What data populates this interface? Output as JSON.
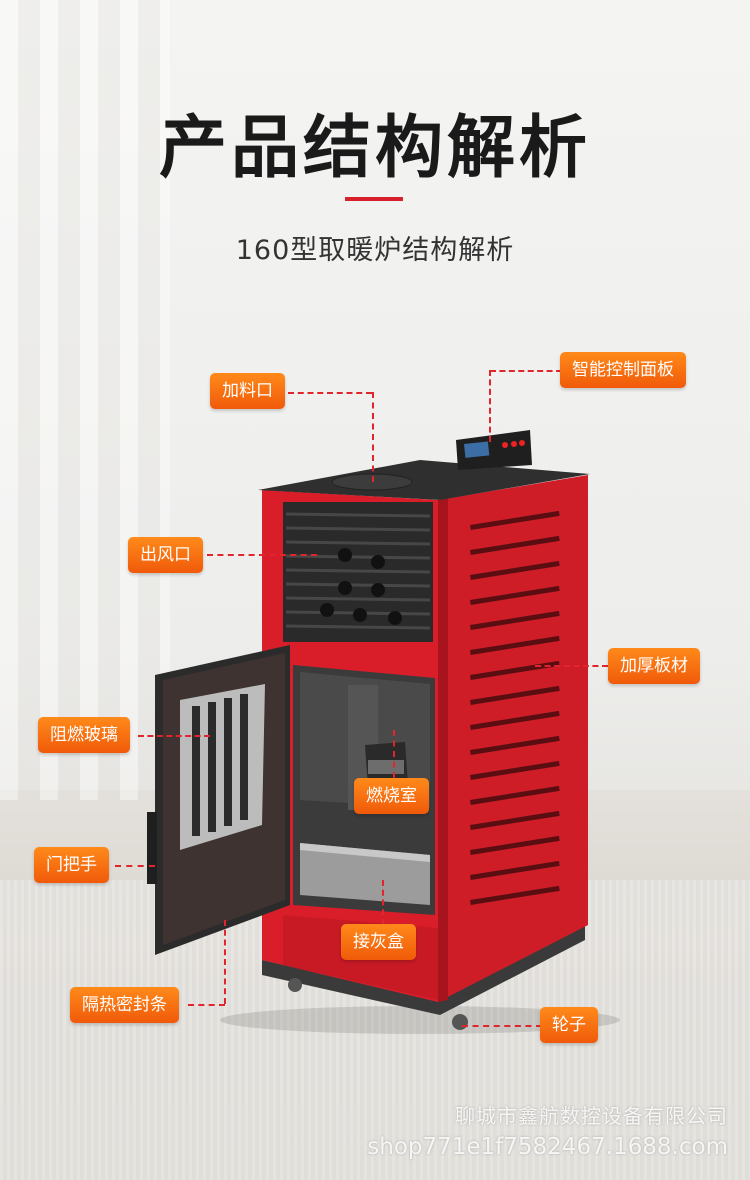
{
  "header": {
    "title": "产品结构解析",
    "subtitle": "160型取暖炉结构解析"
  },
  "labels": {
    "feed_port": "加料口",
    "control_panel": "智能控制面板",
    "air_outlet": "出风口",
    "thick_plate": "加厚板材",
    "fire_glass": "阻燃玻璃",
    "combustion_chamber": "燃烧室",
    "door_handle": "门把手",
    "ash_box": "接灰盒",
    "heat_seal": "隔热密封条",
    "wheels": "轮子"
  },
  "watermark": {
    "company": "聊城市鑫航数控设备有限公司",
    "shop_url": "shop771e1f7582467.1688.com"
  },
  "colors": {
    "accent": "#d6202a",
    "label_orange": "#f26a10",
    "stove_red": "#d91e2a",
    "stove_black": "#2b2b2b"
  }
}
